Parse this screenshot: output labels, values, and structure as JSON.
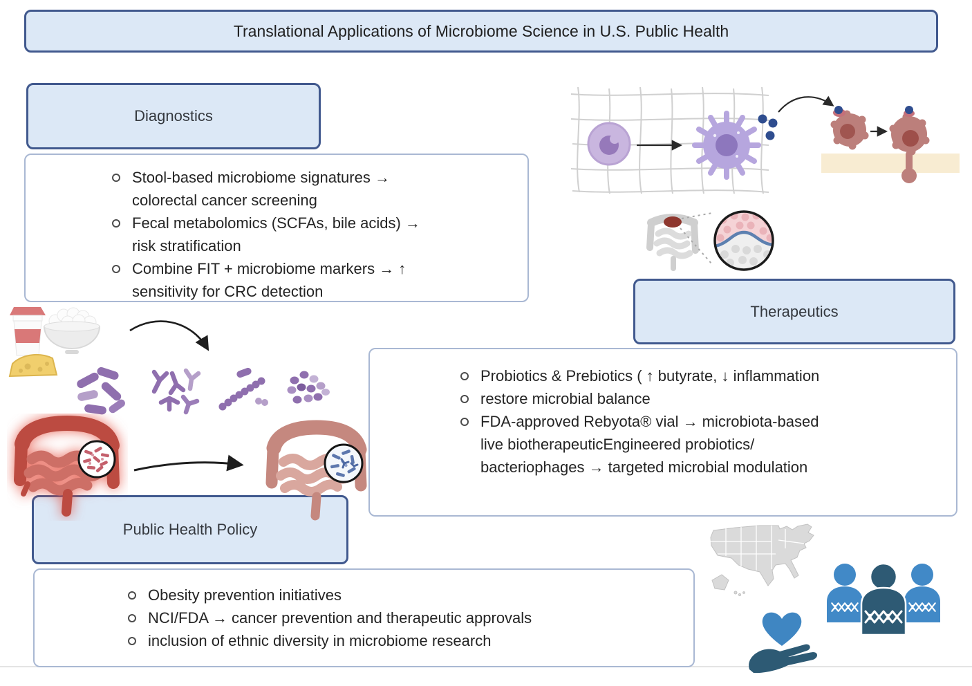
{
  "title": "Translational Applications of Microbiome Science in U.S. Public Health",
  "sections": {
    "diagnostics": {
      "label": "Diagnostics",
      "items": [
        "Stool-based microbiome signatures → colorectal cancer screening",
        "Fecal metabolomics (SCFAs, bile acids) → risk stratification",
        "Combine FIT + microbiome markers → ↑ sensitivity for CRC detection"
      ]
    },
    "therapeutics": {
      "label": "Therapeutics",
      "items": [
        "Probiotics & Prebiotics ( ↑ butyrate, ↓ inflammation",
        "restore microbial balance",
        "FDA-approved Rebyota® vial → microbiota-based live biotherapeuticEngineered probiotics/ bacteriophages → targeted microbial modulation"
      ]
    },
    "public_health_policy": {
      "label": "Public Health Policy",
      "items": [
        "Obesity prevention initiatives",
        "NCI/FDA → cancer prevention and therapeutic approvals",
        "inclusion of ethnic diversity in microbiome research"
      ]
    }
  },
  "illustrations": {
    "immune_activation": [
      "extracellular-matrix-mesh",
      "monocyte-cell",
      "arrow",
      "dendritic-cell",
      "signal-molecule-dots",
      "curved-arrow",
      "immune-cell-activated",
      "arrow",
      "degranulating-cell",
      "epithelium-strip"
    ],
    "colon_inset": [
      "colon-outline-gray",
      "tumor-spot",
      "dotted-connector",
      "mucosa-magnifier",
      "mucosa-wave"
    ],
    "foods": [
      "yogurt-cup",
      "rice-bowl",
      "cheese-wedge",
      "curved-arrow"
    ],
    "bacteria_groups": [
      "rod-bacteria",
      "branched-bacteria",
      "chain-bacteria",
      "cocci-cluster"
    ],
    "gut_transition": [
      "inflamed-colon",
      "dysbiosis-magnifier",
      "arrow",
      "healthy-colon",
      "balanced-microbiome-magnifier"
    ],
    "policy_icons": [
      "us-map",
      "population-dna-group",
      "heart-in-hand"
    ]
  },
  "colors": {
    "box_fill": "#dce8f6",
    "box_border": "#41598e",
    "panel_border": "#a9b8d3",
    "text": "#242424",
    "bacteria_purple": "#8f6fae",
    "cell_purple": "#b6a6de",
    "inflamed_red": "#bc4b41",
    "healthy_pink": "#c5887f",
    "immune_cell_red": "#bc7f7b",
    "signal_navy": "#2f4d8f",
    "epithelium_beige": "#f8ecd2",
    "mucosa_wave_blue": "#5d80b0",
    "map_gray": "#dadada",
    "people_blue": "#4189c7",
    "people_dark": "#2e5a74",
    "divider_gray": "#e4e4e4"
  }
}
